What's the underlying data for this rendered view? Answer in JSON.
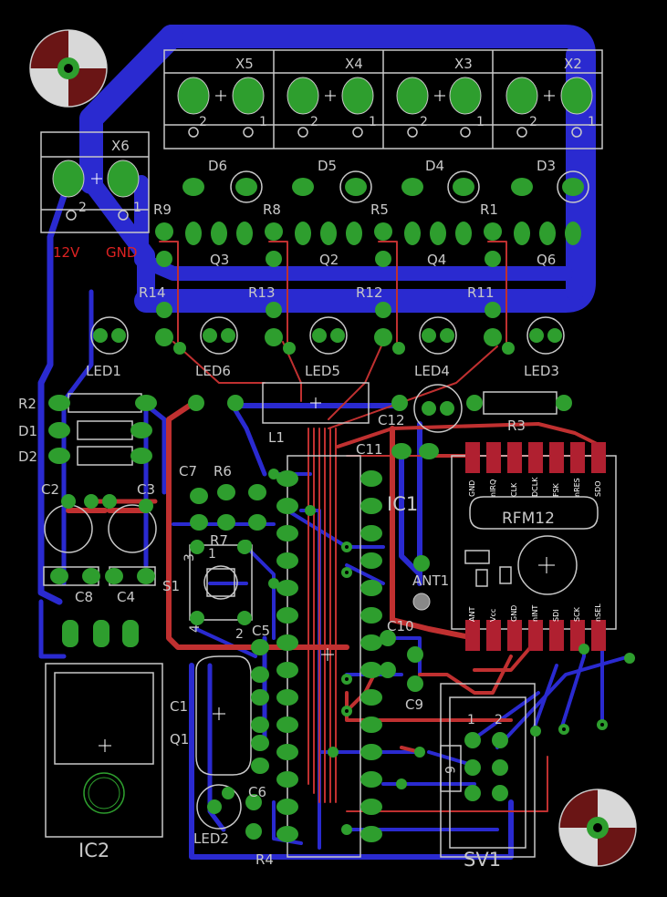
{
  "board": {
    "colors": {
      "background": "#000000",
      "bottom_copper": "#2a2ad0",
      "top_copper": "#c03030",
      "pad": "#2e9e2e",
      "silkscreen": "#c8c8c8",
      "top_smd": "#b02030"
    },
    "labels": {
      "x5": "X5",
      "x4": "X4",
      "x3": "X3",
      "x2": "X2",
      "x6": "X6",
      "d6": "D6",
      "d5": "D5",
      "d4": "D4",
      "d3": "D3",
      "r9": "R9",
      "r8": "R8",
      "r5": "R5",
      "r1": "R1",
      "q3": "Q3",
      "q2": "Q2",
      "q4": "Q4",
      "q6": "Q6",
      "r14": "R14",
      "r13": "R13",
      "r12": "R12",
      "r11": "R11",
      "led1": "LED1",
      "led6": "LED6",
      "led5": "LED5",
      "led4": "LED4",
      "led3": "LED3",
      "r2": "R2",
      "d1": "D1",
      "d2": "D2",
      "c2": "C2",
      "c3": "C3",
      "c8": "C8",
      "c4": "C4",
      "c7": "C7",
      "r6": "R6",
      "r7": "R7",
      "s1": "S1",
      "l1": "L1",
      "c12": "C12",
      "r3": "R3",
      "c11": "C11",
      "ic1": "IC1",
      "rfm12": "RFM12",
      "ant1": "ANT1",
      "c5": "C5",
      "c10": "C10",
      "c9": "C9",
      "c1": "C1",
      "q1": "Q1",
      "c6": "C6",
      "led2": "LED2",
      "r4": "R4",
      "ic2": "IC2",
      "sv1": "SV1",
      "v12": "12V",
      "gnd": "GND",
      "n2a": "2",
      "n1a": "1",
      "n2b": "2",
      "n1b": "1",
      "n2c": "2",
      "n1c": "1",
      "n2d": "2",
      "n1d": "1",
      "n2e": "2",
      "n1e": "1",
      "s1_1": "1",
      "s1_2": "2",
      "s1_3": "3",
      "s1_4": "4",
      "sv_1": "1",
      "sv_2": "2",
      "sv_6": "6"
    },
    "rfm_pins_top": [
      "GND",
      "nIRQ",
      "CLK",
      "DCLK",
      "FSK",
      "nRES",
      "SDO"
    ],
    "rfm_pins_bottom": [
      "ANT",
      "Vcc",
      "GND",
      "nINT",
      "SDI",
      "SCK",
      "nSEL"
    ]
  }
}
